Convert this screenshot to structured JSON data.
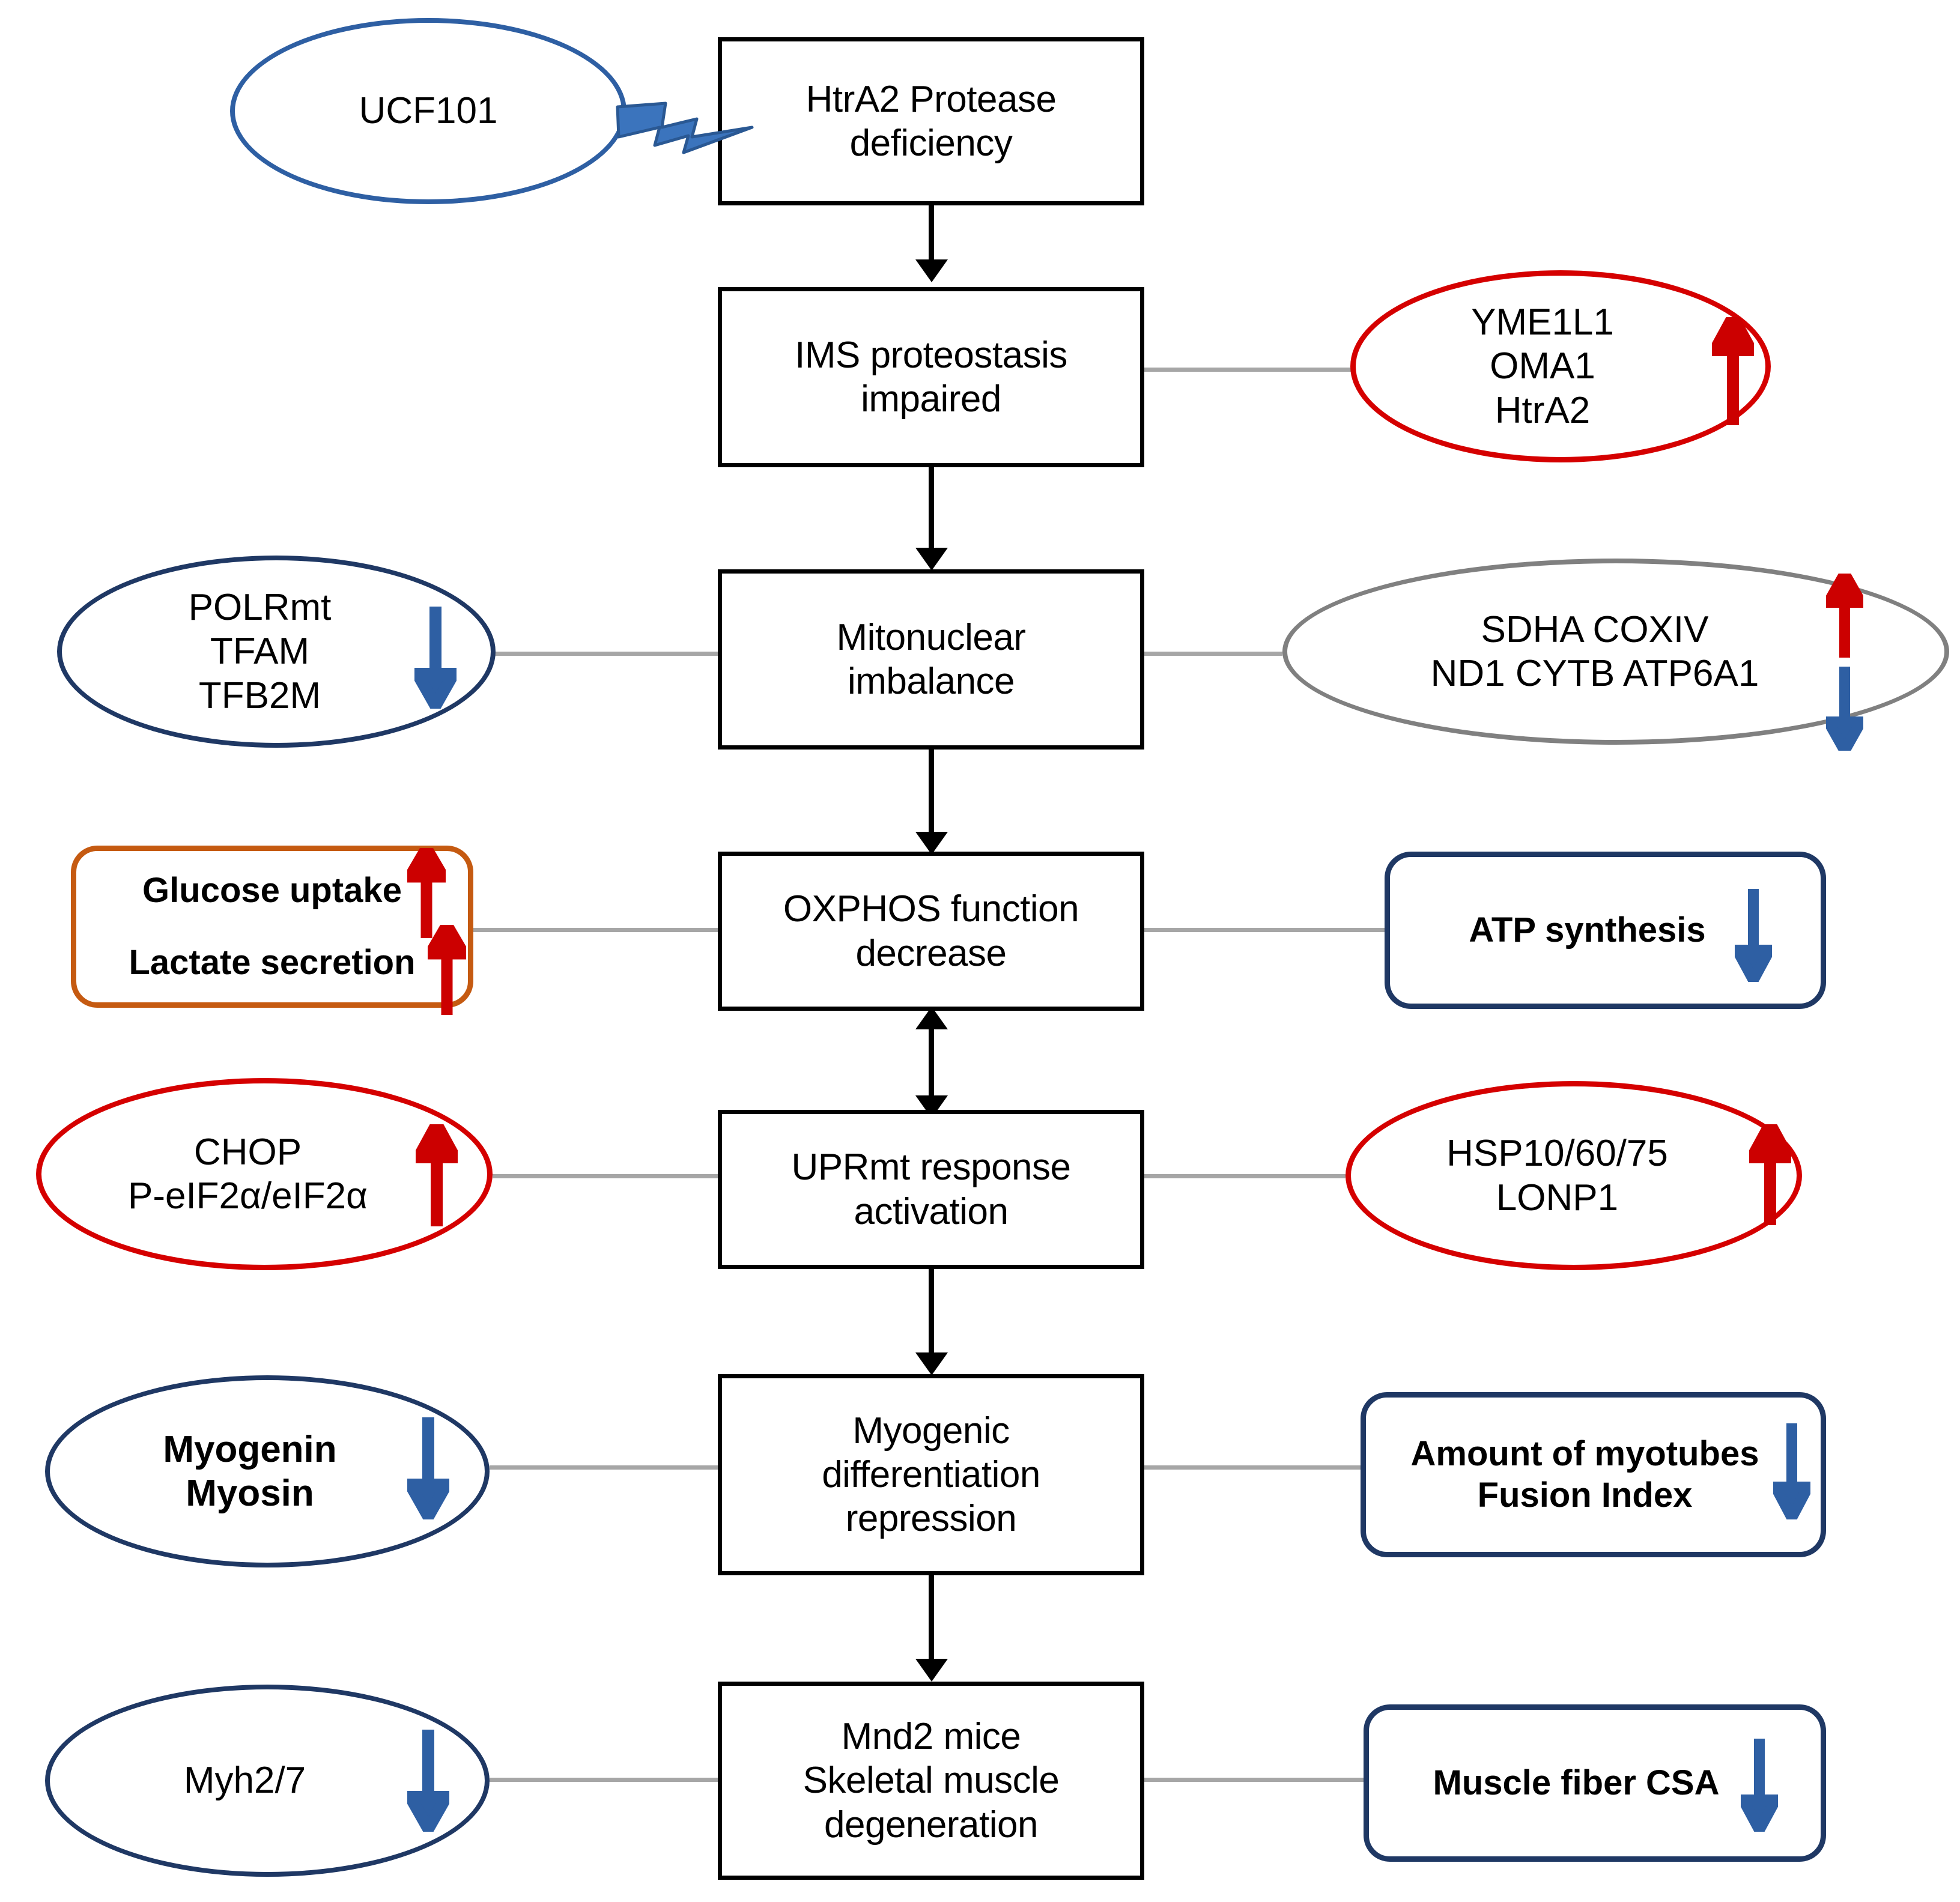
{
  "diagram": {
    "title": "HtrA2 protease deficiency pathway in skeletal muscle degeneration",
    "colors": {
      "process_box_border": "#000000",
      "navy": "#1f3864",
      "red": "#d50000",
      "grey": "#808080",
      "orange": "#c55a11",
      "blue_accent": "#2e5fa3",
      "connector_grey": "#a6a6a6",
      "up_arrow_red": "#cc0000",
      "down_arrow_blue": "#2e5fa3"
    },
    "center_nodes": [
      {
        "id": "htra2-deficiency",
        "lines": [
          "HtrA2 Protease",
          "deficiency"
        ]
      },
      {
        "id": "ims-proteostasis",
        "lines": [
          "IMS proteostasis",
          "impaired"
        ]
      },
      {
        "id": "mitonuclear-imbalance",
        "lines": [
          "Mitonuclear",
          "imbalance"
        ]
      },
      {
        "id": "oxphos-decrease",
        "lines": [
          "OXPHOS function",
          "decrease"
        ]
      },
      {
        "id": "uprmt-activation",
        "lines": [
          "UPRmt response",
          "activation"
        ]
      },
      {
        "id": "myogenic-repression",
        "lines": [
          "Myogenic",
          "differentiation",
          "repression"
        ]
      },
      {
        "id": "mnd2-degeneration",
        "lines": [
          "Mnd2 mice",
          "Skeletal muscle",
          "degeneration"
        ]
      }
    ],
    "left_nodes": [
      {
        "id": "ucf101",
        "shape": "ellipse",
        "color": "blue",
        "lines": [
          "UCF101"
        ],
        "arrows": []
      },
      {
        "id": "polrmt-group",
        "shape": "ellipse",
        "color": "navy",
        "lines": [
          "POLRmt",
          "TFAM",
          "TFB2M"
        ],
        "arrows": [
          "down"
        ]
      },
      {
        "id": "glycolysis-box",
        "shape": "rounded-rect",
        "color": "orange",
        "lines": [
          "Glucose uptake",
          "Lactate secretion"
        ],
        "arrows": [
          "up",
          "up"
        ]
      },
      {
        "id": "chop-group",
        "shape": "ellipse",
        "color": "red",
        "lines": [
          "CHOP",
          "P-eIF2α/eIF2α"
        ],
        "arrows": [
          "up"
        ]
      },
      {
        "id": "myogenin-group",
        "shape": "ellipse",
        "color": "navy",
        "lines": [
          "Myogenin",
          "Myosin"
        ],
        "arrows": [
          "down"
        ]
      },
      {
        "id": "myh-group",
        "shape": "ellipse",
        "color": "navy",
        "lines": [
          "Myh2/7"
        ],
        "arrows": [
          "down"
        ]
      }
    ],
    "right_nodes": [
      {
        "id": "yme1l1-group",
        "shape": "ellipse",
        "color": "red",
        "lines": [
          "YME1L1",
          "OMA1",
          "HtrA2"
        ],
        "arrows": [
          "up"
        ]
      },
      {
        "id": "oxphos-subunits",
        "shape": "ellipse",
        "color": "grey",
        "lines": [
          "SDHA COXIV",
          "ND1 CYTB ATP6A1"
        ],
        "arrows": [
          "up",
          "down"
        ]
      },
      {
        "id": "atp-synthesis",
        "shape": "rounded-rect",
        "color": "navy",
        "lines": [
          "ATP synthesis"
        ],
        "arrows": [
          "down"
        ]
      },
      {
        "id": "hsp-group",
        "shape": "ellipse",
        "color": "red",
        "lines": [
          "HSP10/60/75",
          "LONP1"
        ],
        "arrows": [
          "up"
        ]
      },
      {
        "id": "myotubes-box",
        "shape": "rounded-rect",
        "color": "navy",
        "lines": [
          "Amount of myotubes",
          "Fusion Index"
        ],
        "arrows": [
          "down"
        ]
      },
      {
        "id": "csa-box",
        "shape": "rounded-rect",
        "color": "navy",
        "lines": [
          "Muscle fiber CSA"
        ],
        "arrows": [
          "down"
        ]
      }
    ],
    "edges": [
      {
        "from": "ucf101",
        "to": "htra2-deficiency",
        "style": "lightning-bolt-inhibit"
      },
      {
        "from": "htra2-deficiency",
        "to": "ims-proteostasis",
        "style": "arrow-down"
      },
      {
        "from": "ims-proteostasis",
        "to": "mitonuclear-imbalance",
        "style": "arrow-down"
      },
      {
        "from": "mitonuclear-imbalance",
        "to": "oxphos-decrease",
        "style": "arrow-down"
      },
      {
        "from": "oxphos-decrease",
        "to": "uprmt-activation",
        "style": "arrow-double"
      },
      {
        "from": "uprmt-activation",
        "to": "myogenic-repression",
        "style": "arrow-down"
      },
      {
        "from": "myogenic-repression",
        "to": "mnd2-degeneration",
        "style": "arrow-down"
      },
      {
        "from": "ims-proteostasis",
        "to": "yme1l1-group",
        "style": "line"
      },
      {
        "from": "polrmt-group",
        "to": "mitonuclear-imbalance",
        "style": "line"
      },
      {
        "from": "mitonuclear-imbalance",
        "to": "oxphos-subunits",
        "style": "line"
      },
      {
        "from": "glycolysis-box",
        "to": "oxphos-decrease",
        "style": "line"
      },
      {
        "from": "oxphos-decrease",
        "to": "atp-synthesis",
        "style": "line"
      },
      {
        "from": "chop-group",
        "to": "uprmt-activation",
        "style": "line"
      },
      {
        "from": "uprmt-activation",
        "to": "hsp-group",
        "style": "line"
      },
      {
        "from": "myogenin-group",
        "to": "myogenic-repression",
        "style": "line"
      },
      {
        "from": "myogenic-repression",
        "to": "myotubes-box",
        "style": "line"
      },
      {
        "from": "myh-group",
        "to": "mnd2-degeneration",
        "style": "line"
      },
      {
        "from": "mnd2-degeneration",
        "to": "csa-box",
        "style": "line"
      }
    ],
    "labels": {
      "ucf101": "UCF101",
      "htra2_l1": "HtrA2 Protease",
      "htra2_l2": "deficiency",
      "ims_l1": "IMS proteostasis",
      "ims_l2": "impaired",
      "mito_l1": "Mitonuclear",
      "mito_l2": "imbalance",
      "oxphos_l1": "OXPHOS function",
      "oxphos_l2": "decrease",
      "uprmt_l1": "UPRmt response",
      "uprmt_l2": "activation",
      "myog_l1": "Myogenic",
      "myog_l2": "differentiation",
      "myog_l3": "repression",
      "mnd2_l1": "Mnd2 mice",
      "mnd2_l2": "Skeletal muscle",
      "mnd2_l3": "degeneration",
      "yme_l1": "YME1L1",
      "yme_l2": "OMA1",
      "yme_l3": "HtrA2",
      "polrmt_l1": "POLRmt",
      "polrmt_l2": "TFAM",
      "polrmt_l3": "TFB2M",
      "sub_l1": "SDHA COXIV",
      "sub_l2": "ND1 CYTB ATP6A1",
      "gluc_l1": "Glucose uptake",
      "gluc_l2": "Lactate secretion",
      "atp_l1": "ATP synthesis",
      "chop_l1": "CHOP",
      "chop_l2": "P-eIF2α/eIF2α",
      "hsp_l1": "HSP10/60/75",
      "hsp_l2": "LONP1",
      "myogenin_l1": "Myogenin",
      "myogenin_l2": "Myosin",
      "myotube_l1": "Amount of myotubes",
      "myotube_l2": "Fusion Index",
      "myh_l1": "Myh2/7",
      "csa_l1": "Muscle fiber CSA"
    }
  }
}
